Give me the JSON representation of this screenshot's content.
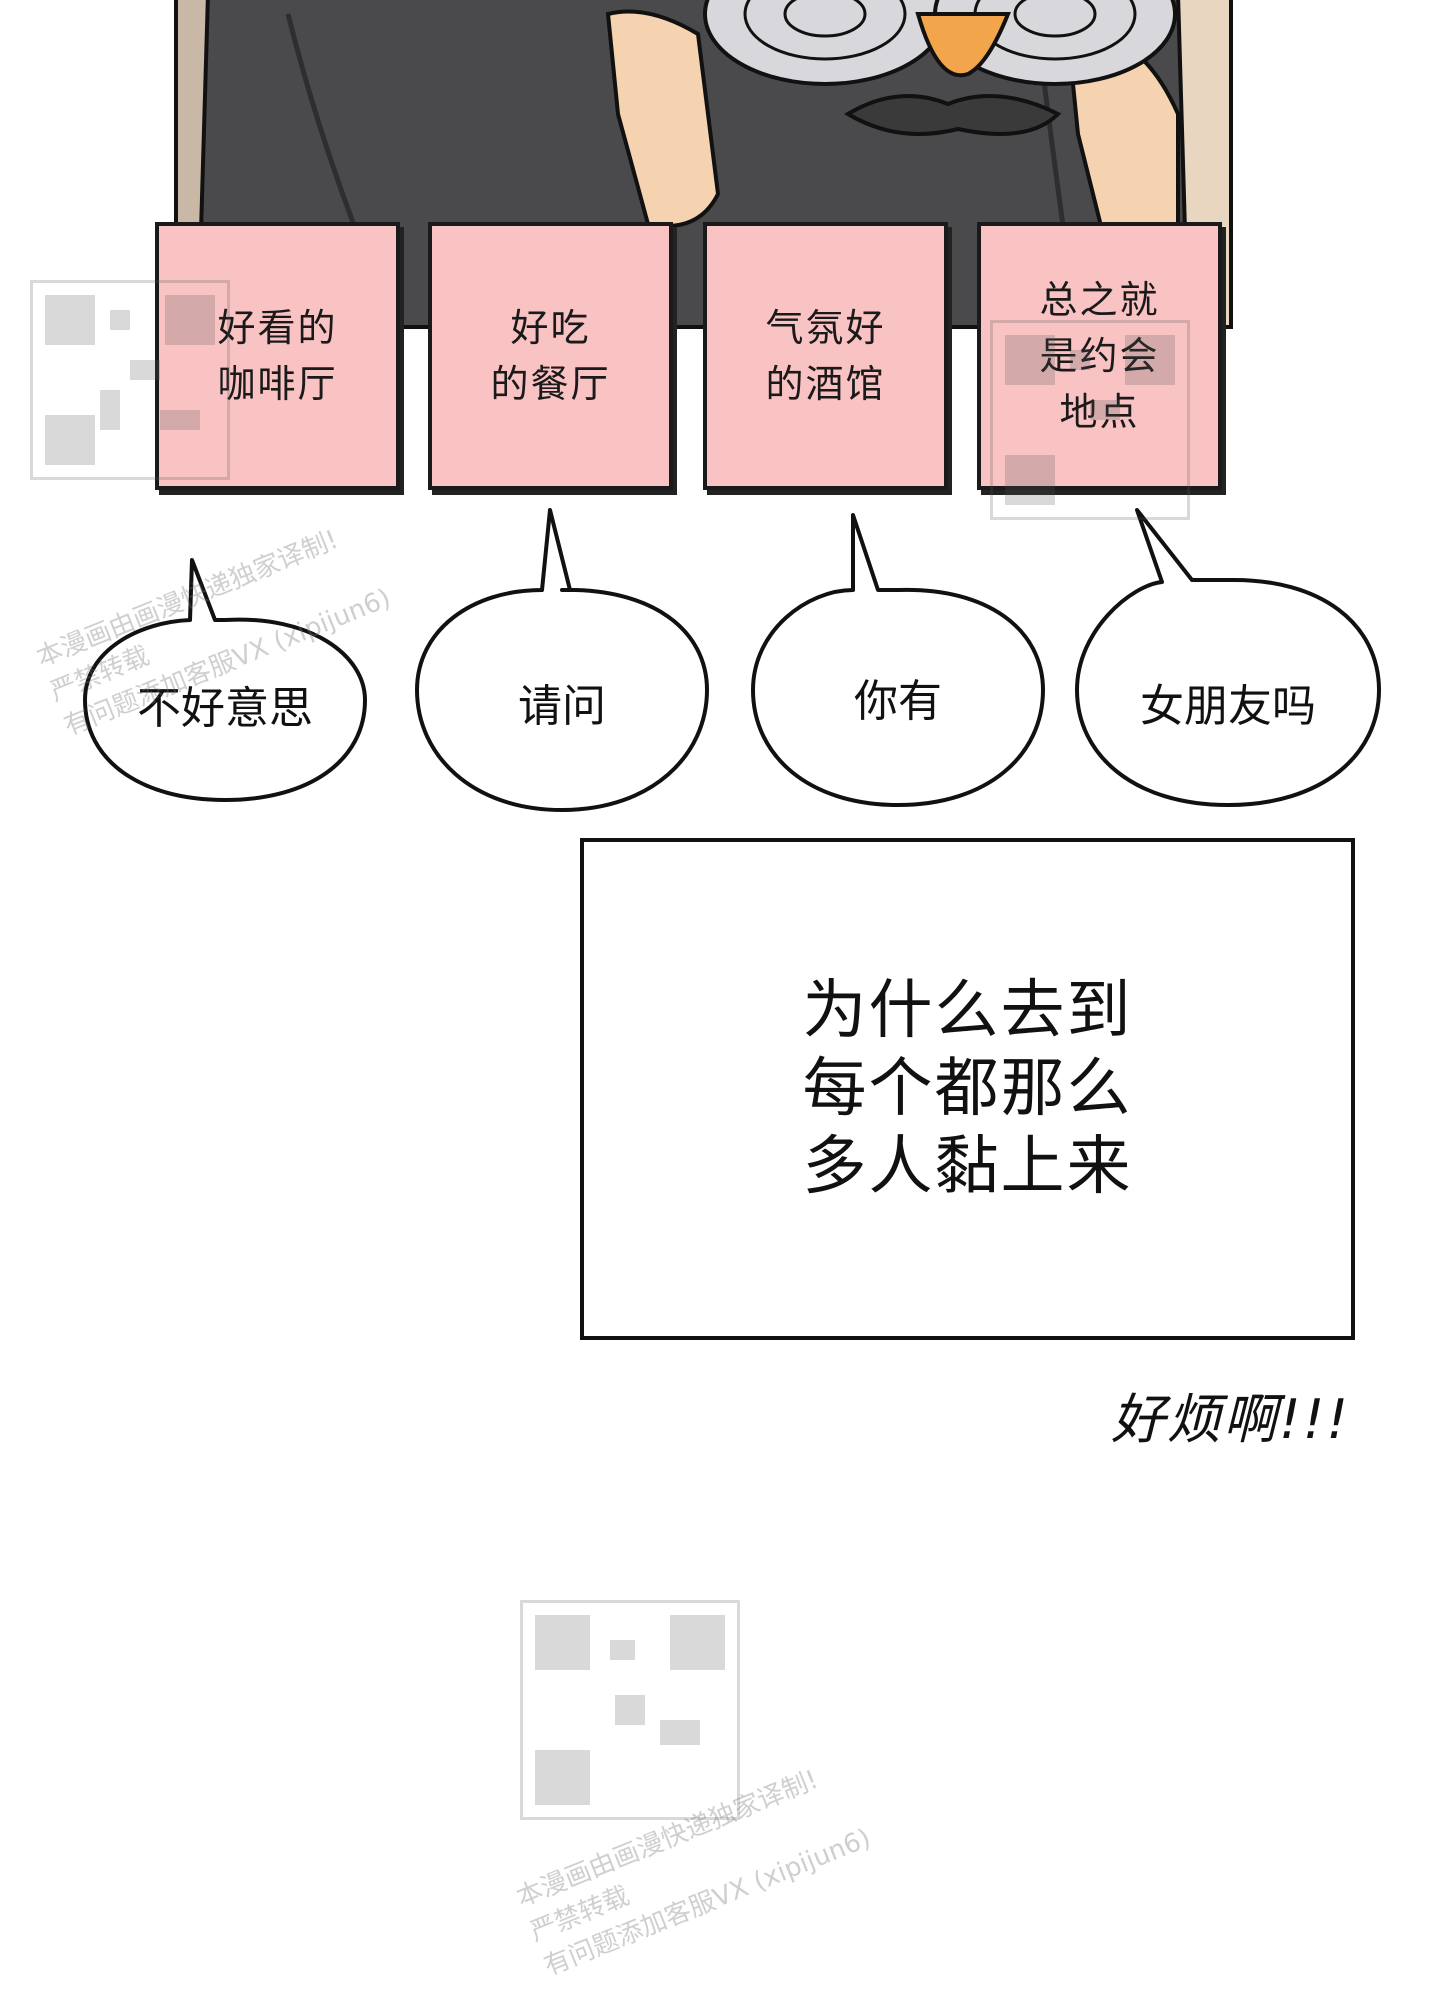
{
  "notes": [
    {
      "text": "好看的\n咖啡厅"
    },
    {
      "text": "好吃\n的餐厅"
    },
    {
      "text": "气氛好\n的酒馆"
    },
    {
      "text": "总之就\n是约会\n地点"
    }
  ],
  "bubbles": [
    {
      "text": "不好意思"
    },
    {
      "text": "请问"
    },
    {
      "text": "你有"
    },
    {
      "text": "女朋友吗"
    }
  ],
  "narration": {
    "text": "为什么去到\n每个都那么\n多人黏上来"
  },
  "sfx": {
    "text": "好烦啊!!!"
  },
  "watermark": {
    "line1": "本漫画由画漫快递独家译制!",
    "line2": "严禁转载",
    "line3": "有问题添加客服VX (xipijun6)"
  },
  "colors": {
    "note_fill": "#f9c2c3",
    "panel_bg": "#f3dcc2",
    "jacket": "#4a4a4c",
    "skin": "#f6d3b0",
    "mustache_orange": "#f2a54a"
  }
}
